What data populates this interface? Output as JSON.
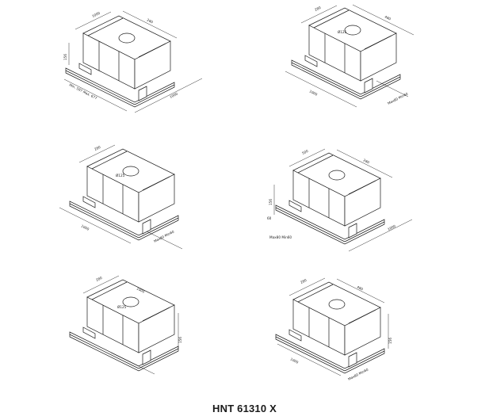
{
  "model": "HNT 61310 X",
  "colors": {
    "line": "#1b1b1b",
    "paper": "#ffffff"
  },
  "views": [
    {
      "id": "view-1",
      "labels": [
        "1000",
        "280",
        "156",
        "Min. 597 Max. 677",
        "1000"
      ]
    },
    {
      "id": "view-2",
      "labels": [
        "280",
        "480",
        "Ø125",
        "1000",
        "Max80 Min60"
      ]
    },
    {
      "id": "view-3",
      "labels": [
        "280",
        "Ø125",
        "1000",
        "Max80 Min60"
      ]
    },
    {
      "id": "view-4",
      "labels": [
        "500",
        "280",
        "156",
        "60",
        "Max80 Min60",
        "1000"
      ]
    },
    {
      "id": "view-5",
      "labels": [
        "280",
        "1000",
        "Ø125",
        "156"
      ]
    },
    {
      "id": "view-6",
      "labels": [
        "280",
        "480",
        "1000",
        "156",
        "Max80 Min60"
      ]
    }
  ]
}
